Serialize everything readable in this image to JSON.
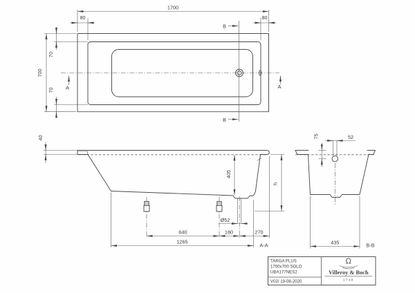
{
  "plan_view": {
    "length": "1700",
    "rim_offset_left": "80",
    "rim_offset_right": "80",
    "width": "700",
    "rim_offset_top": "70",
    "rim_offset_bottom": "70",
    "section_a_label": "A",
    "section_b_label": "B"
  },
  "side_section": {
    "rim_thickness": "40",
    "inner_depth": "405",
    "height_label": "h",
    "drain_diameter": "Ø52",
    "feet_spacing": "640",
    "feet_to_drain": "180",
    "drain_to_end": "270",
    "base_length": "1265",
    "section_label": "A-A"
  },
  "end_section": {
    "overflow_offset": "75",
    "drain_width": "52",
    "base_width": "435",
    "section_label": "B-B"
  },
  "title_block": {
    "product_name": "TARGA PLUS",
    "product_size": "1700x700 SOLO",
    "article_number": "UBA177NES2",
    "revision": "V02/ 19-08-2020",
    "brand_name": "Villeroy & Boch",
    "brand_year": "1748",
    "brand_icon": "Ω"
  },
  "colors": {
    "line": "#4b4b4b",
    "text": "#3d3d3d",
    "background": "#ffffff"
  }
}
